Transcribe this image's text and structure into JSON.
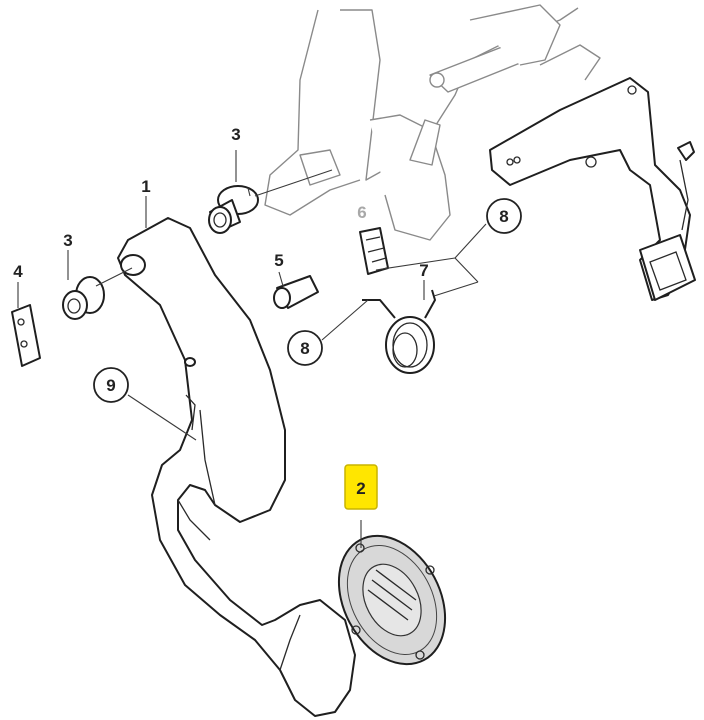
{
  "callouts": {
    "c1": "1",
    "c2": "2",
    "c3a": "3",
    "c3b": "3",
    "c4": "4",
    "c5": "5",
    "c6": "6",
    "c7": "7",
    "c8a": "8",
    "c8b": "8",
    "c9": "9"
  },
  "colors": {
    "highlight": "#ffe600",
    "highlight_border": "#c8b400",
    "line": "#1f1f1f",
    "background_part": "#8a8a8a"
  }
}
